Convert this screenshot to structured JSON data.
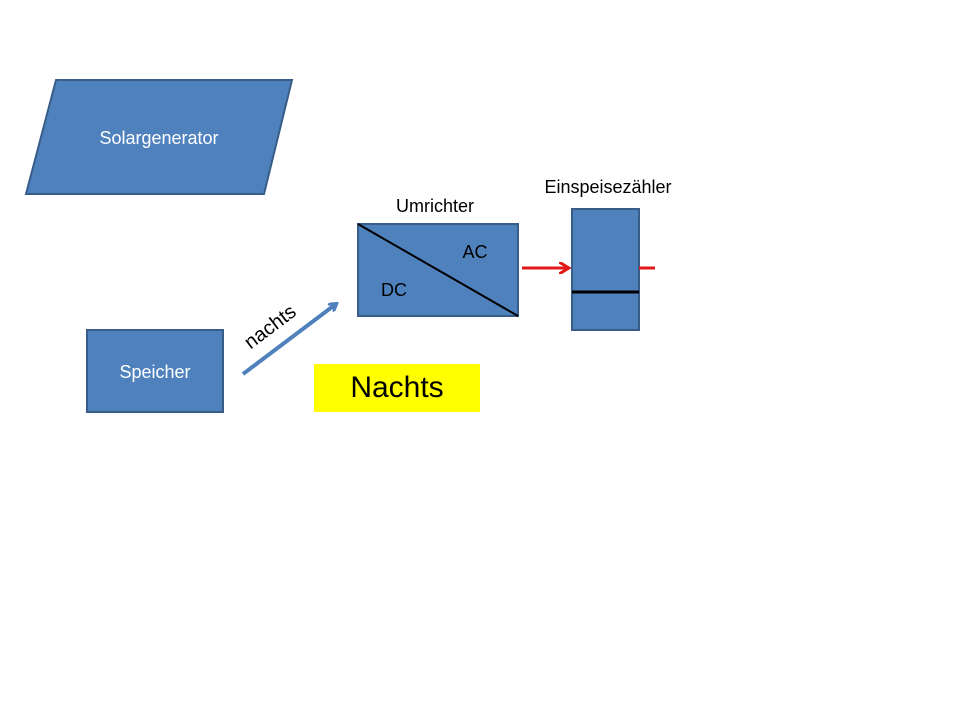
{
  "colors": {
    "shape_fill": "#4f81bd",
    "shape_stroke": "#385d8a",
    "arrow_blue": "#4f81bd",
    "arrow_red": "#e31919",
    "caption_bg": "#ffff00"
  },
  "nodes": {
    "solargenerator": "Solargenerator",
    "speicher": "Speicher",
    "umrichter": "Umrichter",
    "ac": "AC",
    "dc": "DC",
    "einspeisezaehler": "Einspeisezähler"
  },
  "edges": {
    "speicher_to_umrichter": "nachts"
  },
  "caption": "Nachts"
}
